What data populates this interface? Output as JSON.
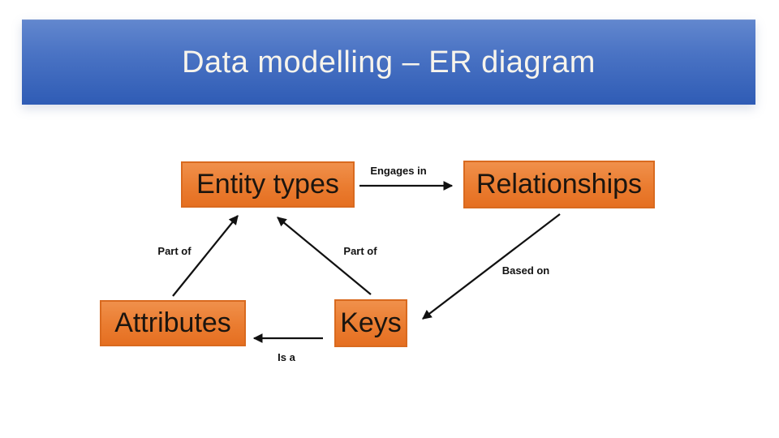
{
  "slide": {
    "title": "Data modelling – ER diagram"
  },
  "colors": {
    "header_gradient_top": "#6287ce",
    "header_gradient_bottom": "#2f5cb5",
    "node_fill_top": "#f0904b",
    "node_fill_bottom": "#e56f21",
    "node_border": "#d96a1f",
    "node_text": "#1b150f",
    "title_text": "#f7f4ec",
    "arrow": "#111111",
    "background": "#ffffff"
  },
  "diagram": {
    "nodes": [
      {
        "id": "entity-types",
        "label": "Entity types"
      },
      {
        "id": "relationships",
        "label": "Relationships"
      },
      {
        "id": "attributes",
        "label": "Attributes"
      },
      {
        "id": "keys",
        "label": "Keys"
      }
    ],
    "edges": [
      {
        "id": "engages-in",
        "label": "Engages in",
        "from": "entity-types",
        "to": "relationships"
      },
      {
        "id": "part-of-attributes",
        "label": "Part of",
        "from": "attributes",
        "to": "entity-types"
      },
      {
        "id": "part-of-keys",
        "label": "Part of",
        "from": "keys",
        "to": "entity-types"
      },
      {
        "id": "based-on",
        "label": "Based on",
        "from": "relationships",
        "to": "keys"
      },
      {
        "id": "is-a",
        "label": "Is a",
        "from": "keys",
        "to": "attributes"
      }
    ]
  }
}
